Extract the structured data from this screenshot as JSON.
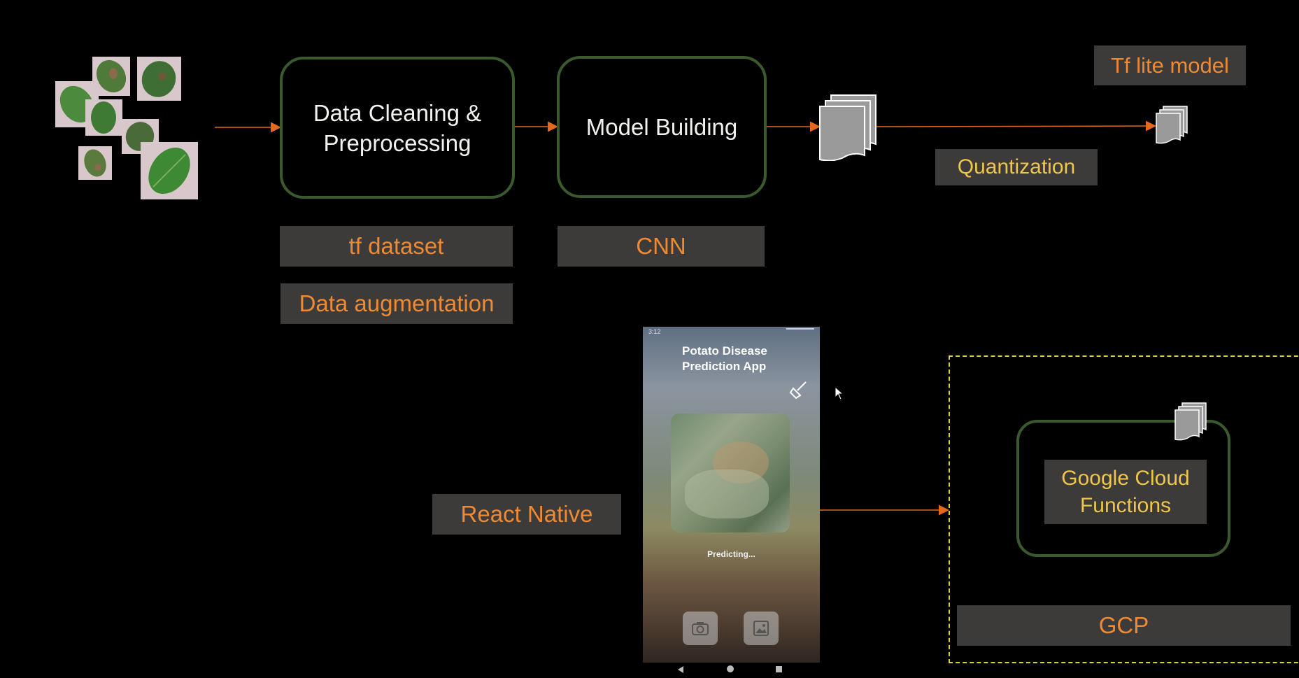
{
  "pipeline": {
    "data_cleaning_label": "Data Cleaning & Preprocessing",
    "model_building_label": "Model Building"
  },
  "tags": {
    "tf_dataset": "tf dataset",
    "data_augmentation": "Data augmentation",
    "cnn": "CNN",
    "quantization": "Quantization",
    "tf_lite_model": "Tf lite model",
    "react_native": "React Native",
    "gcp": "GCP"
  },
  "gcp": {
    "functions_label": "Google Cloud Functions"
  },
  "phone": {
    "status_time": "3:12",
    "title_line1": "Potato Disease",
    "title_line2": "Prediction App",
    "status_text": "Predicting..."
  },
  "icons": {
    "leaf_images": "leaf-image",
    "model_file": "stacked-document-icon",
    "camera": "camera-icon",
    "gallery": "gallery-icon",
    "clear": "broom-icon",
    "cursor": "cursor-icon"
  },
  "colors": {
    "box_border": "#3a5a2e",
    "arrow": "#e2691d",
    "tag_bg": "#3c3b3a",
    "tag_text_orange": "#ee8a34",
    "tag_text_yellow": "#efc64a",
    "gcp_border": "#d8d23a"
  }
}
